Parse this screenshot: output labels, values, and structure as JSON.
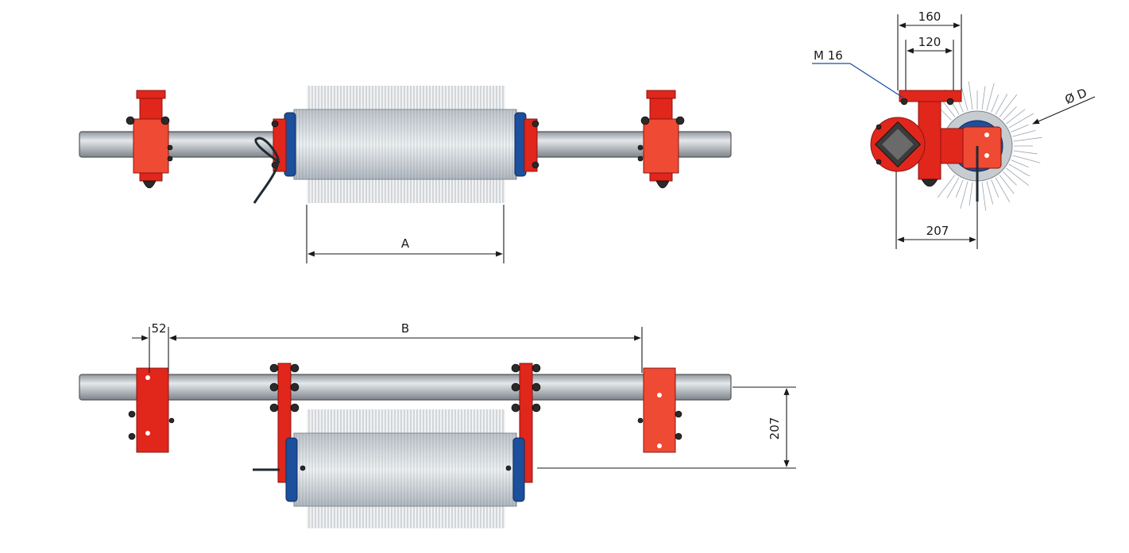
{
  "drawing": {
    "dimensions": {
      "flange_width": "160",
      "hole_spacing": "120",
      "thread": "M 16",
      "brush_diameter": "Ø D",
      "side_offset": "207",
      "brush_length": "A",
      "support_span": "B",
      "bracket_width": "52",
      "drop_height": "207"
    },
    "colors": {
      "frame_red": "#e1261c",
      "hub_blue": "#1c4f9c",
      "shaft_grey": "#b8bec4",
      "bristle_grey": "#9aa3ab"
    }
  }
}
